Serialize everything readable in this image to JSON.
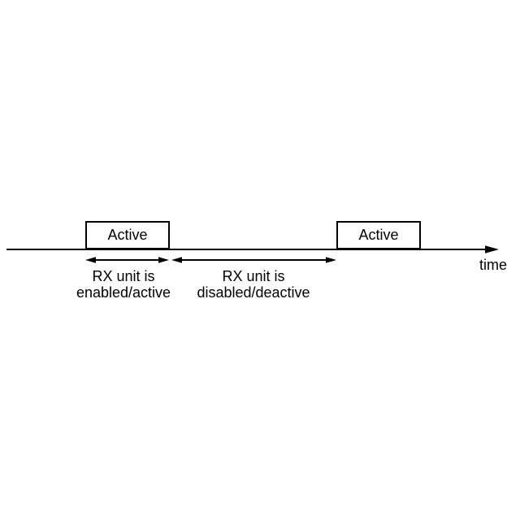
{
  "diagram": {
    "boxes": [
      {
        "label": "Active"
      },
      {
        "label": "Active"
      }
    ],
    "axis_label": "time",
    "regions": [
      {
        "line1": "RX unit is",
        "line2": "enabled/active"
      },
      {
        "line1": "RX unit is",
        "line2": "disabled/deactive"
      }
    ],
    "colors": {
      "background": "#ffffff",
      "line": "#000000",
      "text": "#000000"
    }
  }
}
